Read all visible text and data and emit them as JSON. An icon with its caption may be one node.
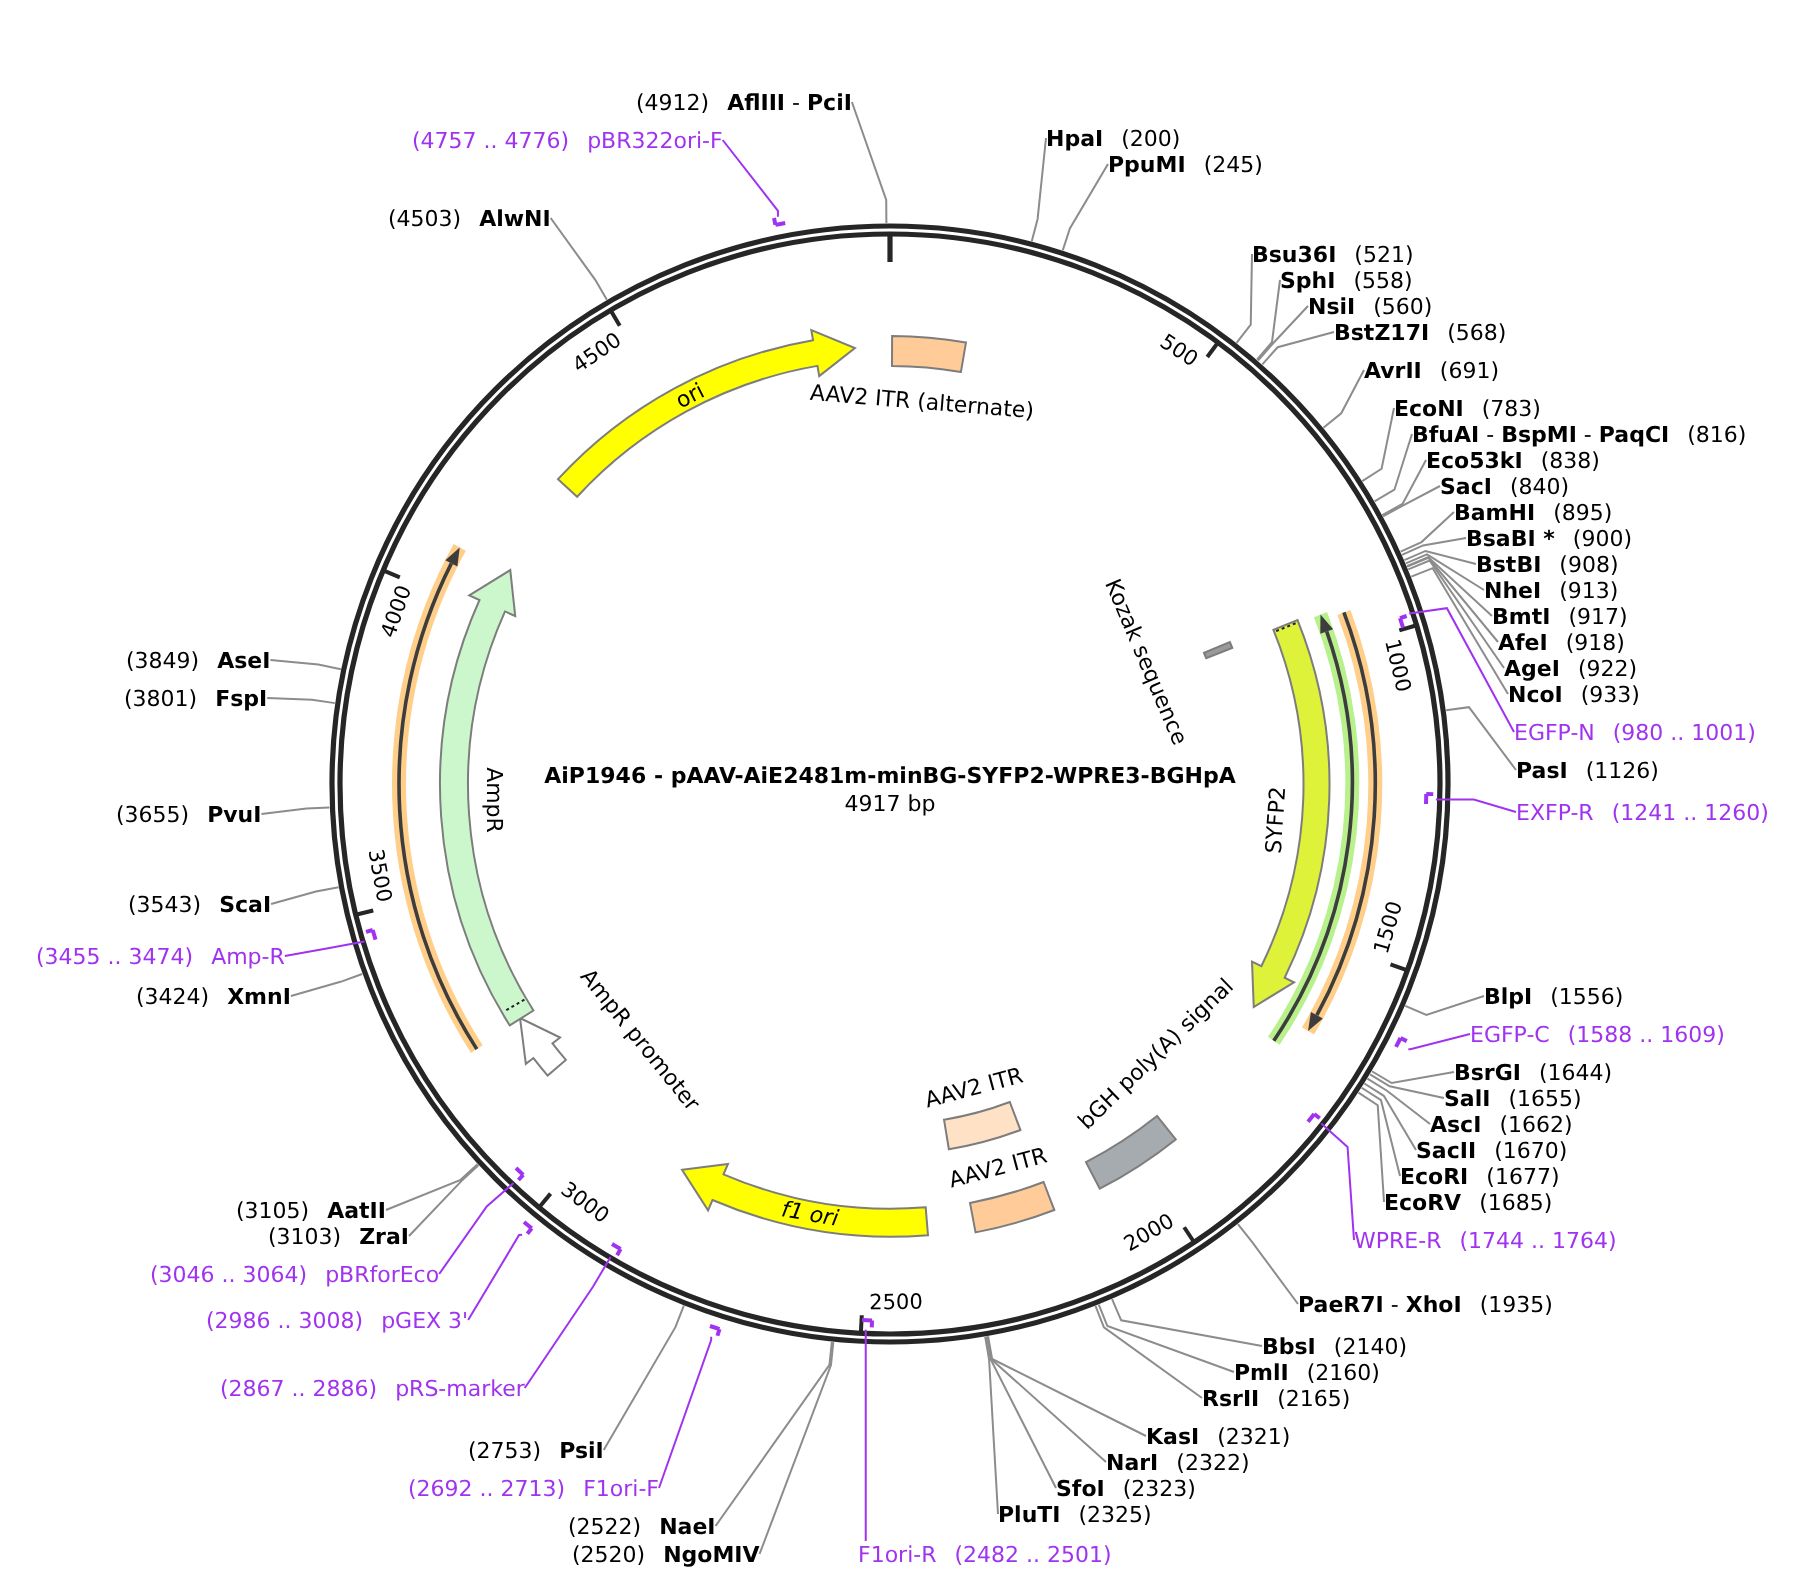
{
  "diagram": {
    "title": "AiP1946 - pAAV-AiE2481m-minBG-SYFP2-WPRE3-BGHpA",
    "nodes": [
      {
        "text": [
          "AAV2 ITR (alternate)"
        ]
      },
      {
        "text": [
          "Kozak sequence"
        ]
      },
      {
        "text": [
          "SYFP2"
        ]
      },
      {
        "text": [],
        "shape": "arrow"
      },
      {
        "text": [],
        "shape": "arrow"
      },
      {
        "text": [
          "bGH poly(A) signal"
        ]
      },
      {
        "text": [
          "AAV2 ITR"
        ]
      },
      {
        "text": [
          "AAV2 ITR"
        ]
      },
      {
        "text": [
          "f1 ori"
        ]
      },
      {
        "text": [
          "AmpR promoter"
        ]
      },
      {
        "text": [
          "AmpR"
        ]
      },
      {
        "text": [],
        "shape": "arrow"
      },
      {
        "text": [
          "ori"
        ]
      },
      {
        "text": [
          "HpaI",
          "(200)"
        ]
      },
      {
        "text": [
          "PpuMI",
          "(245)"
        ]
      },
      {
        "text": [
          "Bsu36I",
          "(521)"
        ]
      },
      {
        "text": [
          "SphI",
          "(558)"
        ]
      },
      {
        "text": [
          "NsiI",
          "(560)"
        ]
      },
      {
        "text": [
          "BstZ17I",
          "(568)"
        ]
      },
      {
        "text": [
          "AvrII",
          "(691)"
        ]
      },
      {
        "text": [
          "EcoNI",
          "(783)"
        ]
      },
      {
        "text": [
          "**BfuAI** - **BspMI** - **PaqCI**",
          "(816)"
        ]
      },
      {
        "text": [
          "Eco53kI",
          "(838)"
        ]
      },
      {
        "text": [
          "SacI",
          "(840)"
        ]
      },
      {
        "text": [
          "BamHI",
          "(895)"
        ]
      },
      {
        "text": [
          "BsaBI *",
          "(900)"
        ]
      },
      {
        "text": [
          "BstBI",
          "(908)"
        ]
      },
      {
        "text": [
          "NheI",
          "(913)"
        ]
      },
      {
        "text": [
          "BmtI",
          "(917)"
        ]
      },
      {
        "text": [
          "AfeI",
          "(918)"
        ]
      },
      {
        "text": [
          "AgeI",
          "(922)"
        ]
      },
      {
        "text": [
          "NcoI",
          "(933)"
        ]
      },
      {
        "text": [
          "EGFP-N",
          "(980 .. 1001)"
        ]
      },
      {
        "text": [],
        "shape": "bar"
      },
      {
        "text": [
          "PasI",
          "(1126)"
        ]
      },
      {
        "text": [
          "EXFP-R",
          "(1241 .. 1260)"
        ]
      },
      {
        "text": [],
        "shape": "bar"
      },
      {
        "text": [
          "BlpI",
          "(1556)"
        ]
      },
      {
        "text": [
          "EGFP-C",
          "(1588 .. 1609)"
        ]
      },
      {
        "text": [],
        "shape": "bar"
      },
      {
        "text": [
          "BsrGI",
          "(1644)"
        ]
      },
      {
        "text": [
          "SalI",
          "(1655)"
        ]
      },
      {
        "text": [
          "AscI",
          "(1662)"
        ]
      },
      {
        "text": [
          "SacII",
          "(1670)"
        ]
      },
      {
        "text": [
          "EcoRI",
          "(1677)"
        ]
      },
      {
        "text": [
          "EcoRV",
          "(1685)"
        ]
      },
      {
        "text": [
          "WPRE-R",
          "(1744 .. 1764)"
        ]
      },
      {
        "text": [],
        "shape": "bar"
      },
      {
        "text": [
          "**PaeR7I** - **XhoI**",
          "(1935)"
        ]
      },
      {
        "text": [
          "BbsI",
          "(2140)"
        ]
      },
      {
        "text": [
          "PmlI",
          "(2160)"
        ]
      },
      {
        "text": [
          "RsrII",
          "(2165)"
        ]
      },
      {
        "text": [
          "KasI",
          "(2321)"
        ]
      },
      {
        "text": [
          "NarI",
          "(2322)"
        ]
      },
      {
        "text": [
          "SfoI",
          "(2323)"
        ]
      },
      {
        "text": [
          "PluTI",
          "(2325)"
        ]
      },
      {
        "text": [
          "F1ori-R",
          "(2482 .. 2501)"
        ]
      },
      {
        "text": [],
        "shape": "bar"
      },
      {
        "text": [
          "(2520)",
          "NgoMIV"
        ]
      },
      {
        "text": [
          "(2522)",
          "NaeI"
        ]
      },
      {
        "text": [
          "(2692 .. 2713)",
          "F1ori-F"
        ]
      },
      {
        "text": [],
        "shape": "bar"
      },
      {
        "text": [
          "(2753)",
          "PsiI"
        ]
      },
      {
        "text": [
          "(2867 .. 2886)",
          "pRS-marker"
        ]
      },
      {
        "text": [],
        "shape": "bar"
      },
      {
        "text": [
          "(2986 .. 3008)",
          "pGEX 3'"
        ]
      },
      {
        "text": [],
        "shape": "bar"
      },
      {
        "text": [
          "(3046 .. 3064)",
          "pBRforEco"
        ]
      },
      {
        "text": [],
        "shape": "bar"
      },
      {
        "text": [
          "(3103)",
          "ZraI"
        ]
      },
      {
        "text": [
          "(3105)",
          "AatII"
        ]
      },
      {
        "text": [
          "(3424)",
          "XmnI"
        ]
      },
      {
        "text": [
          "(3455 .. 3474)",
          "Amp-R"
        ]
      },
      {
        "text": [],
        "shape": "bar"
      },
      {
        "text": [
          "(3543)",
          "ScaI"
        ]
      },
      {
        "text": [
          "(3655)",
          "PvuI"
        ]
      },
      {
        "text": [
          "(3801)",
          "FspI"
        ]
      },
      {
        "text": [
          "(3849)",
          "AseI"
        ]
      },
      {
        "text": [
          "(4503)",
          "AlwNI"
        ]
      },
      {
        "text": [
          "(4757 .. 4776)",
          "pBR322ori-F"
        ]
      },
      {
        "text": [],
        "shape": "bar"
      },
      {
        "text": [
          "(4912)",
          "**AflIII** - **PciI**"
        ]
      }
    ],
    "edges": [
      {
        "from": 13,
        "to": null,
        "arrow": "none"
      },
      {
        "from": 14,
        "to": null,
        "arrow": "none"
      },
      {
        "from": 15,
        "to": null,
        "arrow": "none"
      },
      {
        "from": 16,
        "to": null,
        "arrow": "none"
      },
      {
        "from": 17,
        "to": null,
        "arrow": "none"
      },
      {
        "from": 18,
        "to": null,
        "arrow": "none"
      },
      {
        "from": 19,
        "to": null,
        "arrow": "none"
      },
      {
        "from": 20,
        "to": null,
        "arrow": "none"
      },
      {
        "from": 21,
        "to": null,
        "arrow": "none"
      },
      {
        "from": 22,
        "to": null,
        "arrow": "none"
      },
      {
        "from": 23,
        "to": null,
        "arrow": "none"
      },
      {
        "from": 24,
        "to": null,
        "arrow": "none"
      },
      {
        "from": 25,
        "to": null,
        "arrow": "none"
      },
      {
        "from": 26,
        "to": null,
        "arrow": "none"
      },
      {
        "from": 27,
        "to": null,
        "arrow": "none"
      },
      {
        "from": 28,
        "to": null,
        "arrow": "none"
      },
      {
        "from": 29,
        "to": null,
        "arrow": "none"
      },
      {
        "from": 30,
        "to": null,
        "arrow": "none"
      },
      {
        "from": 31,
        "to": null,
        "arrow": "none"
      },
      {
        "from": 32,
        "to": 33,
        "arrow": "none",
        "color": "#a033f0"
      },
      {
        "from": 34,
        "to": null,
        "arrow": "none"
      },
      {
        "from": 35,
        "to": 36,
        "arrow": "none",
        "color": "#a033f0"
      },
      {
        "from": 37,
        "to": null,
        "arrow": "none"
      },
      {
        "from": 38,
        "to": 39,
        "arrow": "none",
        "color": "#a033f0"
      },
      {
        "from": 40,
        "to": null,
        "arrow": "none"
      },
      {
        "from": 41,
        "to": null,
        "arrow": "none"
      },
      {
        "from": 42,
        "to": null,
        "arrow": "none"
      },
      {
        "from": 43,
        "to": null,
        "arrow": "none"
      },
      {
        "from": 44,
        "to": null,
        "arrow": "none"
      },
      {
        "from": 45,
        "to": null,
        "arrow": "none"
      },
      {
        "from": 46,
        "to": 47,
        "arrow": "none",
        "color": "#a033f0"
      },
      {
        "from": 48,
        "to": null,
        "arrow": "none"
      },
      {
        "from": 49,
        "to": null,
        "arrow": "none"
      },
      {
        "from": 50,
        "to": null,
        "arrow": "none"
      },
      {
        "from": 51,
        "to": null,
        "arrow": "none"
      },
      {
        "from": 52,
        "to": null,
        "arrow": "none"
      },
      {
        "from": 53,
        "to": null,
        "arrow": "none"
      },
      {
        "from": 54,
        "to": null,
        "arrow": "none"
      },
      {
        "from": 55,
        "to": null,
        "arrow": "none"
      },
      {
        "from": 56,
        "to": 57,
        "arrow": "none",
        "color": "#a033f0"
      },
      {
        "from": 58,
        "to": null,
        "arrow": "none"
      },
      {
        "from": 59,
        "to": null,
        "arrow": "none"
      },
      {
        "from": 60,
        "to": 61,
        "arrow": "none",
        "color": "#a033f0"
      },
      {
        "from": 62,
        "to": null,
        "arrow": "none"
      },
      {
        "from": 63,
        "to": 64,
        "arrow": "none",
        "color": "#a033f0"
      },
      {
        "from": 65,
        "to": 66,
        "arrow": "none",
        "color": "#a033f0"
      },
      {
        "from": 67,
        "to": 68,
        "arrow": "none",
        "color": "#a033f0"
      },
      {
        "from": 69,
        "to": null,
        "arrow": "none"
      },
      {
        "from": 70,
        "to": null,
        "arrow": "none"
      },
      {
        "from": 71,
        "to": null,
        "arrow": "none"
      },
      {
        "from": 72,
        "to": 73,
        "arrow": "none",
        "color": "#a033f0"
      },
      {
        "from": 74,
        "to": null,
        "arrow": "none"
      },
      {
        "from": 75,
        "to": null,
        "arrow": "none"
      },
      {
        "from": 76,
        "to": null,
        "arrow": "none"
      },
      {
        "from": 77,
        "to": null,
        "arrow": "none"
      },
      {
        "from": 78,
        "to": null,
        "arrow": "none"
      },
      {
        "from": 79,
        "to": 80,
        "arrow": "none",
        "color": "#a033f0"
      },
      {
        "from": 81,
        "to": null,
        "arrow": "none"
      }
    ],
    "labels": [
      "500",
      "1000",
      "1500",
      "2000",
      "2500",
      "3000",
      "3500",
      "4000",
      "4500",
      "4917 bp"
    ]
  }
}
